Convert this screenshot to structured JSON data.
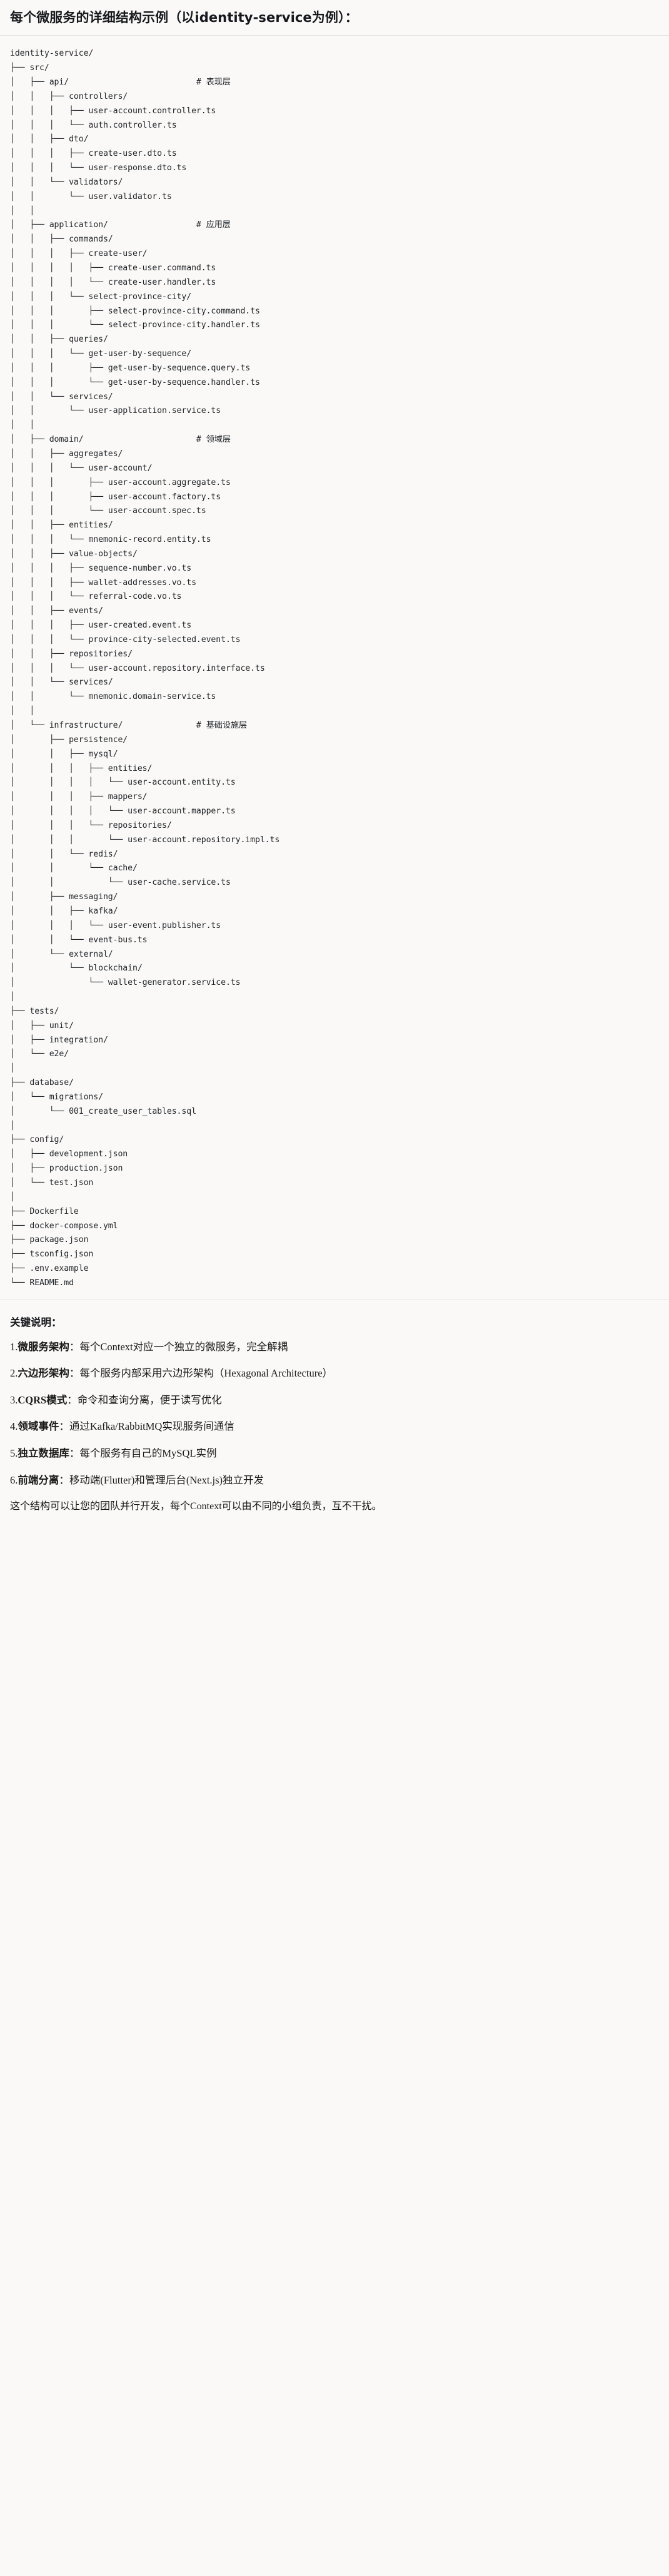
{
  "document": {
    "title": "每个微服务的详细结构示例（以identity-service为例）：",
    "tree_root": "identity-service/",
    "tree_lines": [
      "identity-service/",
      "├── src/",
      "│   ├── api/                          # 表现层",
      "│   │   ├── controllers/",
      "│   │   │   ├── user-account.controller.ts",
      "│   │   │   └── auth.controller.ts",
      "│   │   ├── dto/",
      "│   │   │   ├── create-user.dto.ts",
      "│   │   │   └── user-response.dto.ts",
      "│   │   └── validators/",
      "│   │       └── user.validator.ts",
      "│   │",
      "│   ├── application/                  # 应用层",
      "│   │   ├── commands/",
      "│   │   │   ├── create-user/",
      "│   │   │   │   ├── create-user.command.ts",
      "│   │   │   │   └── create-user.handler.ts",
      "│   │   │   └── select-province-city/",
      "│   │   │       ├── select-province-city.command.ts",
      "│   │   │       └── select-province-city.handler.ts",
      "│   │   ├── queries/",
      "│   │   │   └── get-user-by-sequence/",
      "│   │   │       ├── get-user-by-sequence.query.ts",
      "│   │   │       └── get-user-by-sequence.handler.ts",
      "│   │   └── services/",
      "│   │       └── user-application.service.ts",
      "│   │",
      "│   ├── domain/                       # 领域层",
      "│   │   ├── aggregates/",
      "│   │   │   └── user-account/",
      "│   │   │       ├── user-account.aggregate.ts",
      "│   │   │       ├── user-account.factory.ts",
      "│   │   │       └── user-account.spec.ts",
      "│   │   ├── entities/",
      "│   │   │   └── mnemonic-record.entity.ts",
      "│   │   ├── value-objects/",
      "│   │   │   ├── sequence-number.vo.ts",
      "│   │   │   ├── wallet-addresses.vo.ts",
      "│   │   │   └── referral-code.vo.ts",
      "│   │   ├── events/",
      "│   │   │   ├── user-created.event.ts",
      "│   │   │   └── province-city-selected.event.ts",
      "│   │   ├── repositories/",
      "│   │   │   └── user-account.repository.interface.ts",
      "│   │   └── services/",
      "│   │       └── mnemonic.domain-service.ts",
      "│   │",
      "│   └── infrastructure/               # 基础设施层",
      "│       ├── persistence/",
      "│       │   ├── mysql/",
      "│       │   │   ├── entities/",
      "│       │   │   │   └── user-account.entity.ts",
      "│       │   │   ├── mappers/",
      "│       │   │   │   └── user-account.mapper.ts",
      "│       │   │   └── repositories/",
      "│       │   │       └── user-account.repository.impl.ts",
      "│       │   └── redis/",
      "│       │       └── cache/",
      "│       │           └── user-cache.service.ts",
      "│       ├── messaging/",
      "│       │   ├── kafka/",
      "│       │   │   └── user-event.publisher.ts",
      "│       │   └── event-bus.ts",
      "│       └── external/",
      "│           └── blockchain/",
      "│               └── wallet-generator.service.ts",
      "│",
      "├── tests/",
      "│   ├── unit/",
      "│   ├── integration/",
      "│   └── e2e/",
      "│",
      "├── database/",
      "│   └── migrations/",
      "│       └── 001_create_user_tables.sql",
      "│",
      "├── config/",
      "│   ├── development.json",
      "│   ├── production.json",
      "│   └── test.json",
      "│",
      "├── Dockerfile",
      "├── docker-compose.yml",
      "├── package.json",
      "├── tsconfig.json",
      "├── .env.example",
      "└── README.md"
    ],
    "notes_heading": "关键说明：",
    "notes": [
      {
        "num": "1.",
        "term": "微服务架构",
        "text": "：每个Context对应一个独立的微服务，完全解耦"
      },
      {
        "num": "2.",
        "term": "六边形架构",
        "text": "：每个服务内部采用六边形架构（Hexagonal Architecture）"
      },
      {
        "num": "3.",
        "term": "CQRS模式",
        "text": "：命令和查询分离，便于读写优化"
      },
      {
        "num": "4.",
        "term": "领域事件",
        "text": "：通过Kafka/RabbitMQ实现服务间通信"
      },
      {
        "num": "5.",
        "term": "独立数据库",
        "text": "：每个服务有自己的MySQL实例"
      },
      {
        "num": "6.",
        "term": "前端分离",
        "text": "：移动端(Flutter)和管理后台(Next.js)独立开发"
      }
    ],
    "closing": "这个结构可以让您的团队并行开发，每个Context可以由不同的小组负责，互不干扰。"
  },
  "colors": {
    "background": "#faf9f7",
    "text": "#1a1a1a",
    "tree_text": "#1f2328",
    "rule": "#e3e1dd"
  }
}
